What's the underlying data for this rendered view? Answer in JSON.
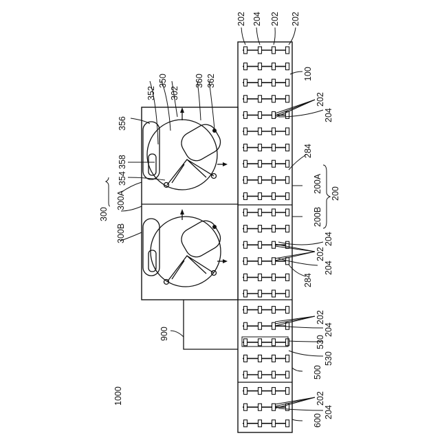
{
  "figure": {
    "system": "1000",
    "rack": "100",
    "col_labels": [
      "202",
      "204",
      "202",
      "202"
    ],
    "group": "200",
    "sub_a": "200A",
    "sub_b": "200B",
    "label_284": "284",
    "label_202": "202",
    "label_204": "204",
    "label_500": "500",
    "label_530": "530",
    "label_600": "600",
    "module": "300",
    "module_a": "300A",
    "module_b": "300B",
    "conn": "900",
    "parts": {
      "p302": "302",
      "p350": "350",
      "p352": "352",
      "p354": "354",
      "p356": "356",
      "p358": "358",
      "p360": "360",
      "p362": "362"
    }
  }
}
